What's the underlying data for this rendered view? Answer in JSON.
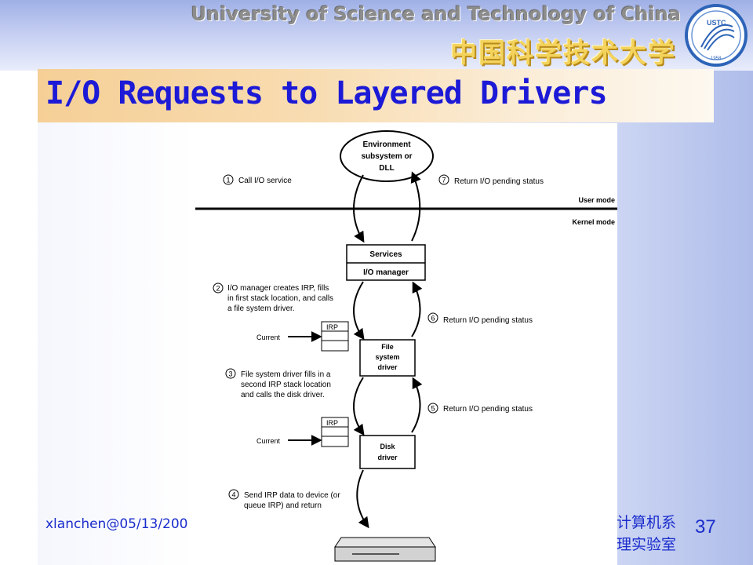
{
  "header": {
    "university_en": "University of Science and Technology of China",
    "university_cn": "中国科学技术大学",
    "logo_text": "USTC",
    "logo_year": "1958"
  },
  "slide": {
    "title": "I/O Requests to Layered Drivers",
    "footer_left": "xlanchen@05/13/200",
    "footer_dept_line1": "计算机系",
    "footer_dept_line2": "理实验室",
    "page_number": "37"
  },
  "diagram": {
    "env_box": [
      "Environment",
      "subsystem or",
      "DLL"
    ],
    "user_mode": "User mode",
    "kernel_mode": "Kernel mode",
    "services": "Services",
    "io_manager": "I/O manager",
    "fs_driver": [
      "File",
      "system",
      "driver"
    ],
    "disk_driver": [
      "Disk",
      "driver"
    ],
    "irp": "IRP",
    "current": "Current",
    "steps": [
      {
        "num": "1",
        "lines": [
          "Call I/O service"
        ]
      },
      {
        "num": "2",
        "lines": [
          "I/O manager creates IRP, fills",
          "in first stack location, and calls",
          "a file system driver."
        ]
      },
      {
        "num": "3",
        "lines": [
          "File system driver fills in a",
          "second IRP stack location",
          "and calls the disk driver."
        ]
      },
      {
        "num": "4",
        "lines": [
          "Send IRP data to device (or",
          "queue IRP) and return"
        ]
      },
      {
        "num": "5",
        "lines": [
          "Return I/O pending status"
        ]
      },
      {
        "num": "6",
        "lines": [
          "Return I/O pending status"
        ]
      },
      {
        "num": "7",
        "lines": [
          "Return I/O pending status"
        ]
      }
    ]
  }
}
